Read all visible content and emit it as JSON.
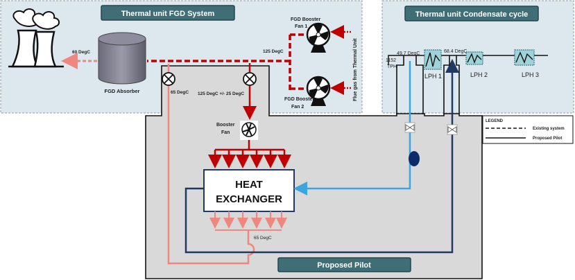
{
  "fgd_panel": {
    "title": "Thermal unit FGD System",
    "temp_stack": "60 DegC",
    "absorber_label": "FGD Absorber",
    "temp_main": "125 DegC",
    "temp_valve1": "65 DegC",
    "temp_valve2": "125 DegC +/- 25 DegC",
    "fan1_label_1": "FGD Booster",
    "fan1_label_2": "Fan 1",
    "fan2_label_1": "FGD Booster",
    "fan2_label_2": "Fan 2",
    "flue_gas_label": "Flue gas from Thermal Unit"
  },
  "condensate_panel": {
    "title": "Thermal unit Condensate cycle",
    "flow_1": "1152",
    "flow_2": "TPH",
    "temp_1": "49.7 DegC",
    "temp_2": "68.4 DegC",
    "lph1": "LPH 1",
    "lph2": "LPH 2",
    "lph3": "LPH 3"
  },
  "pilot": {
    "title": "Proposed Pilot",
    "booster_1": "Booster",
    "booster_2": "Fan",
    "hx_1": "HEAT",
    "hx_2": "EXCHANGER",
    "temp_out": "65 DegC"
  },
  "legend": {
    "title": "LEGEND",
    "existing": "Existing system",
    "proposed": "Proposed Pilot"
  },
  "colors": {
    "panel_bg": "#dde8ee",
    "pilot_bg": "#d9d9d9",
    "title_bg": "#3f6e76",
    "red_dark": "#c00000",
    "red_light": "#f0877f",
    "blue_light": "#3aa6dd",
    "navy": "#1f3864"
  }
}
